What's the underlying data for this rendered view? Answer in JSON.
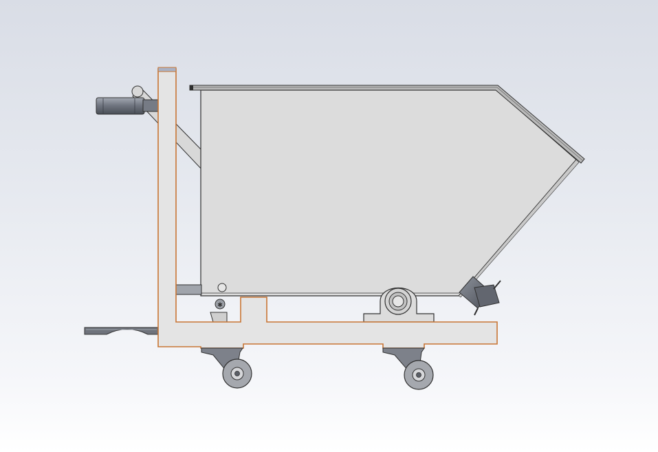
{
  "view": {
    "background_top": "#d9dde6",
    "background_bottom": "#ffffff",
    "has_text": false
  },
  "model": {
    "subject": "tipping-hopper-cart",
    "components": [
      "hopper-bin",
      "hopper-lid",
      "frame",
      "push-handle",
      "handle-grip",
      "handle-brace",
      "fork-pocket",
      "pivot-bearing",
      "latch-mechanism",
      "latch-knob",
      "rear-caster",
      "front-caster"
    ],
    "colors": {
      "bin_fill": "#dcdcdc",
      "frame_fill": "#e4e4e4",
      "frame_edge": "#c87533",
      "outline": "#303030",
      "steel_dark": "#5e6470",
      "steel_mid": "#8a8f99",
      "wheel_fill": "#a5a8ae"
    }
  }
}
